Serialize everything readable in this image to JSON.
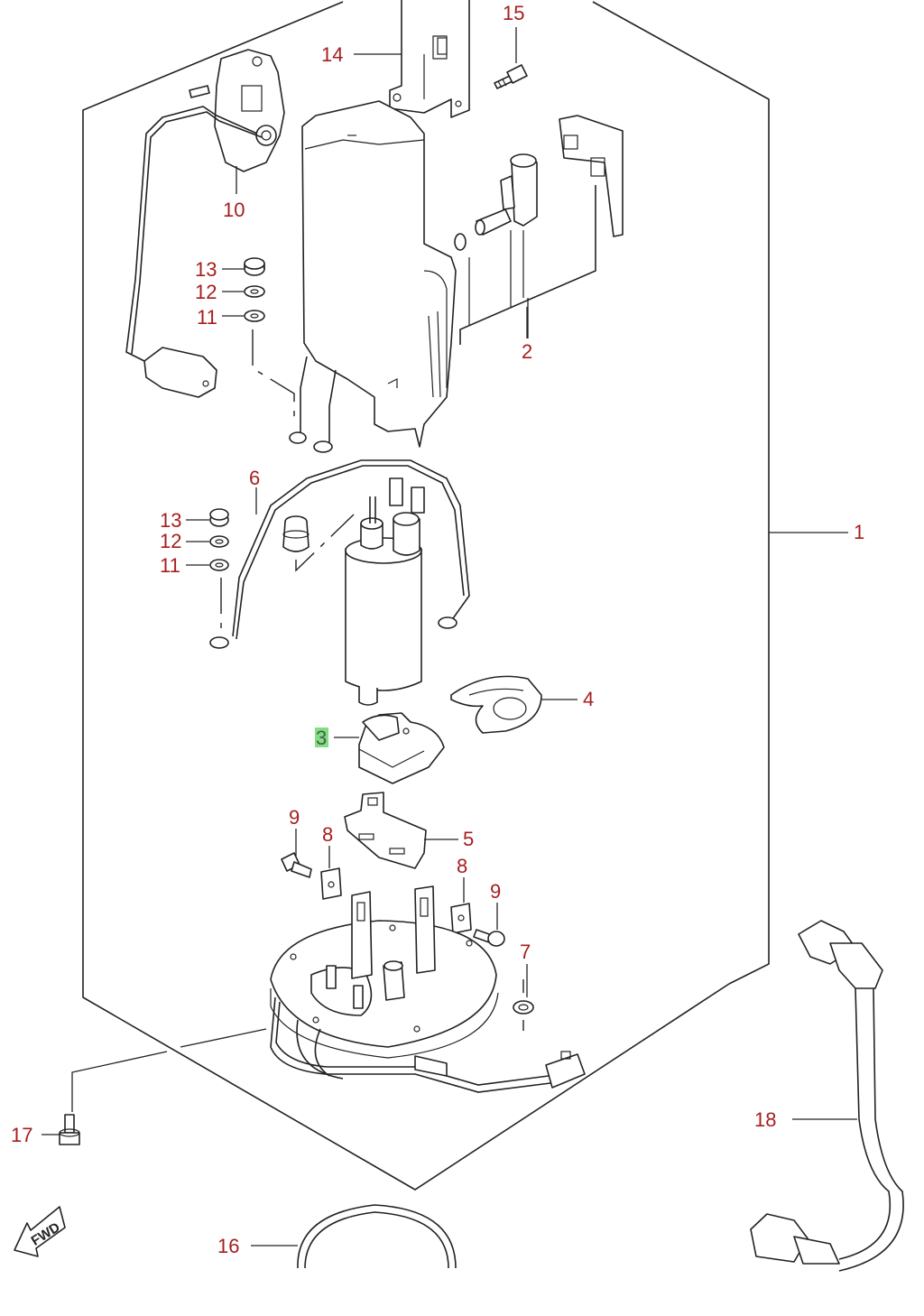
{
  "colors": {
    "label_color": "#a61e1e",
    "line_color": "#222222",
    "highlight": "#7ee07e"
  },
  "fwd_label": "FWD",
  "callouts": {
    "c1": "1",
    "c2": "2",
    "c3": "3",
    "c4": "4",
    "c5": "5",
    "c6": "6",
    "c7": "7",
    "c8a": "8",
    "c8b": "8",
    "c9a": "9",
    "c9b": "9",
    "c10": "10",
    "c11a": "11",
    "c11b": "11",
    "c12a": "12",
    "c12b": "12",
    "c13a": "13",
    "c13b": "13",
    "c14": "14",
    "c15": "15",
    "c16": "16",
    "c17": "17",
    "c18": "18"
  },
  "highlighted_callout": "3"
}
